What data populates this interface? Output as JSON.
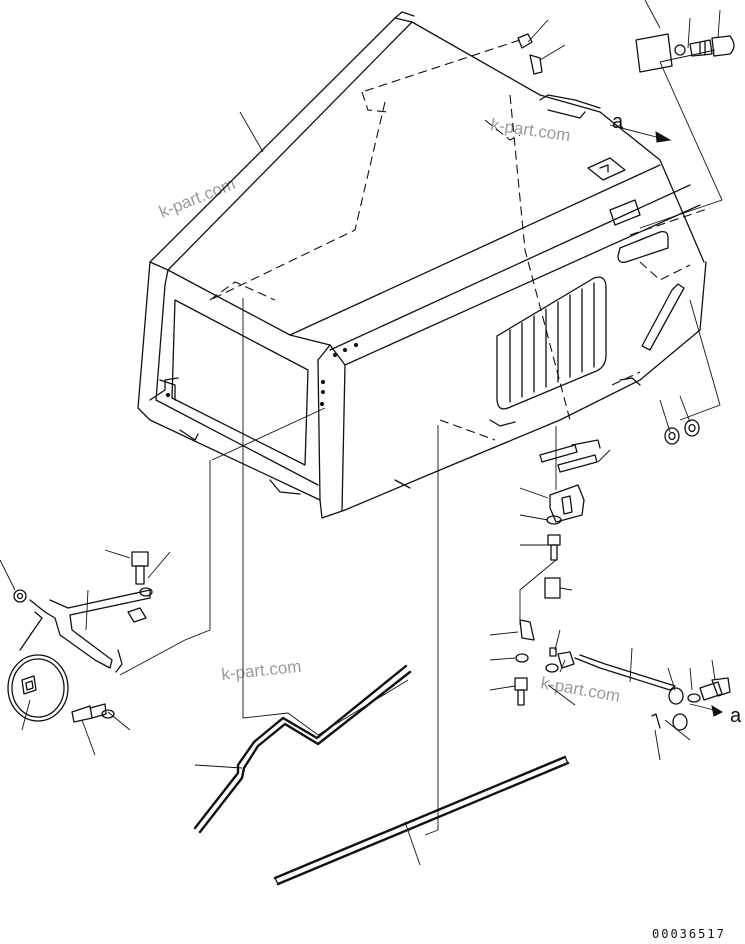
{
  "drawing": {
    "part_number": "00036517",
    "section_label_top": "a",
    "section_label_bottom": "a",
    "watermark": "k-part.com"
  }
}
